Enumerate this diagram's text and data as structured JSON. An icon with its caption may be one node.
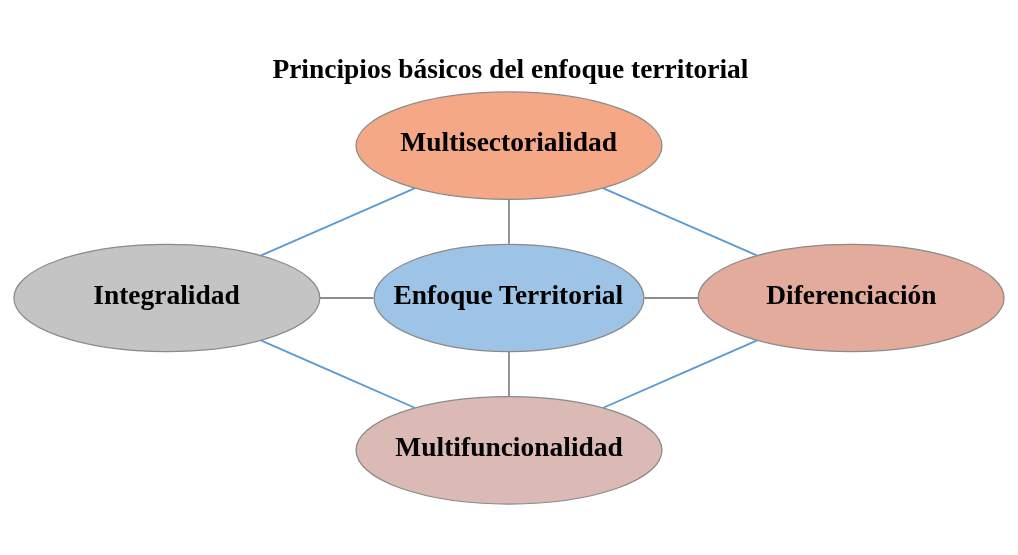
{
  "diagram": {
    "title": "Principios básicos del enfoque territorial",
    "nodes": [
      {
        "text": [
          "Multisectorialidad"
        ]
      },
      {
        "text": [
          "Integralidad"
        ]
      },
      {
        "text": [
          "Enfoque Territorial"
        ]
      },
      {
        "text": [
          "Diferenciación"
        ]
      },
      {
        "text": [
          "Multifuncionalidad"
        ]
      }
    ],
    "edges": [
      {
        "from": 0,
        "to": 2,
        "arrow": "none"
      },
      {
        "from": 1,
        "to": 2,
        "arrow": "none"
      },
      {
        "from": 2,
        "to": 3,
        "arrow": "none"
      },
      {
        "from": 2,
        "to": 4,
        "arrow": "none"
      },
      {
        "from": 0,
        "to": 1,
        "arrow": "none",
        "color": "#5b9bd5"
      },
      {
        "from": 0,
        "to": 3,
        "arrow": "none",
        "color": "#5b9bd5"
      },
      {
        "from": 1,
        "to": 4,
        "arrow": "none",
        "color": "#5b9bd5"
      },
      {
        "from": 3,
        "to": 4,
        "arrow": "none",
        "color": "#5b9bd5"
      }
    ]
  }
}
